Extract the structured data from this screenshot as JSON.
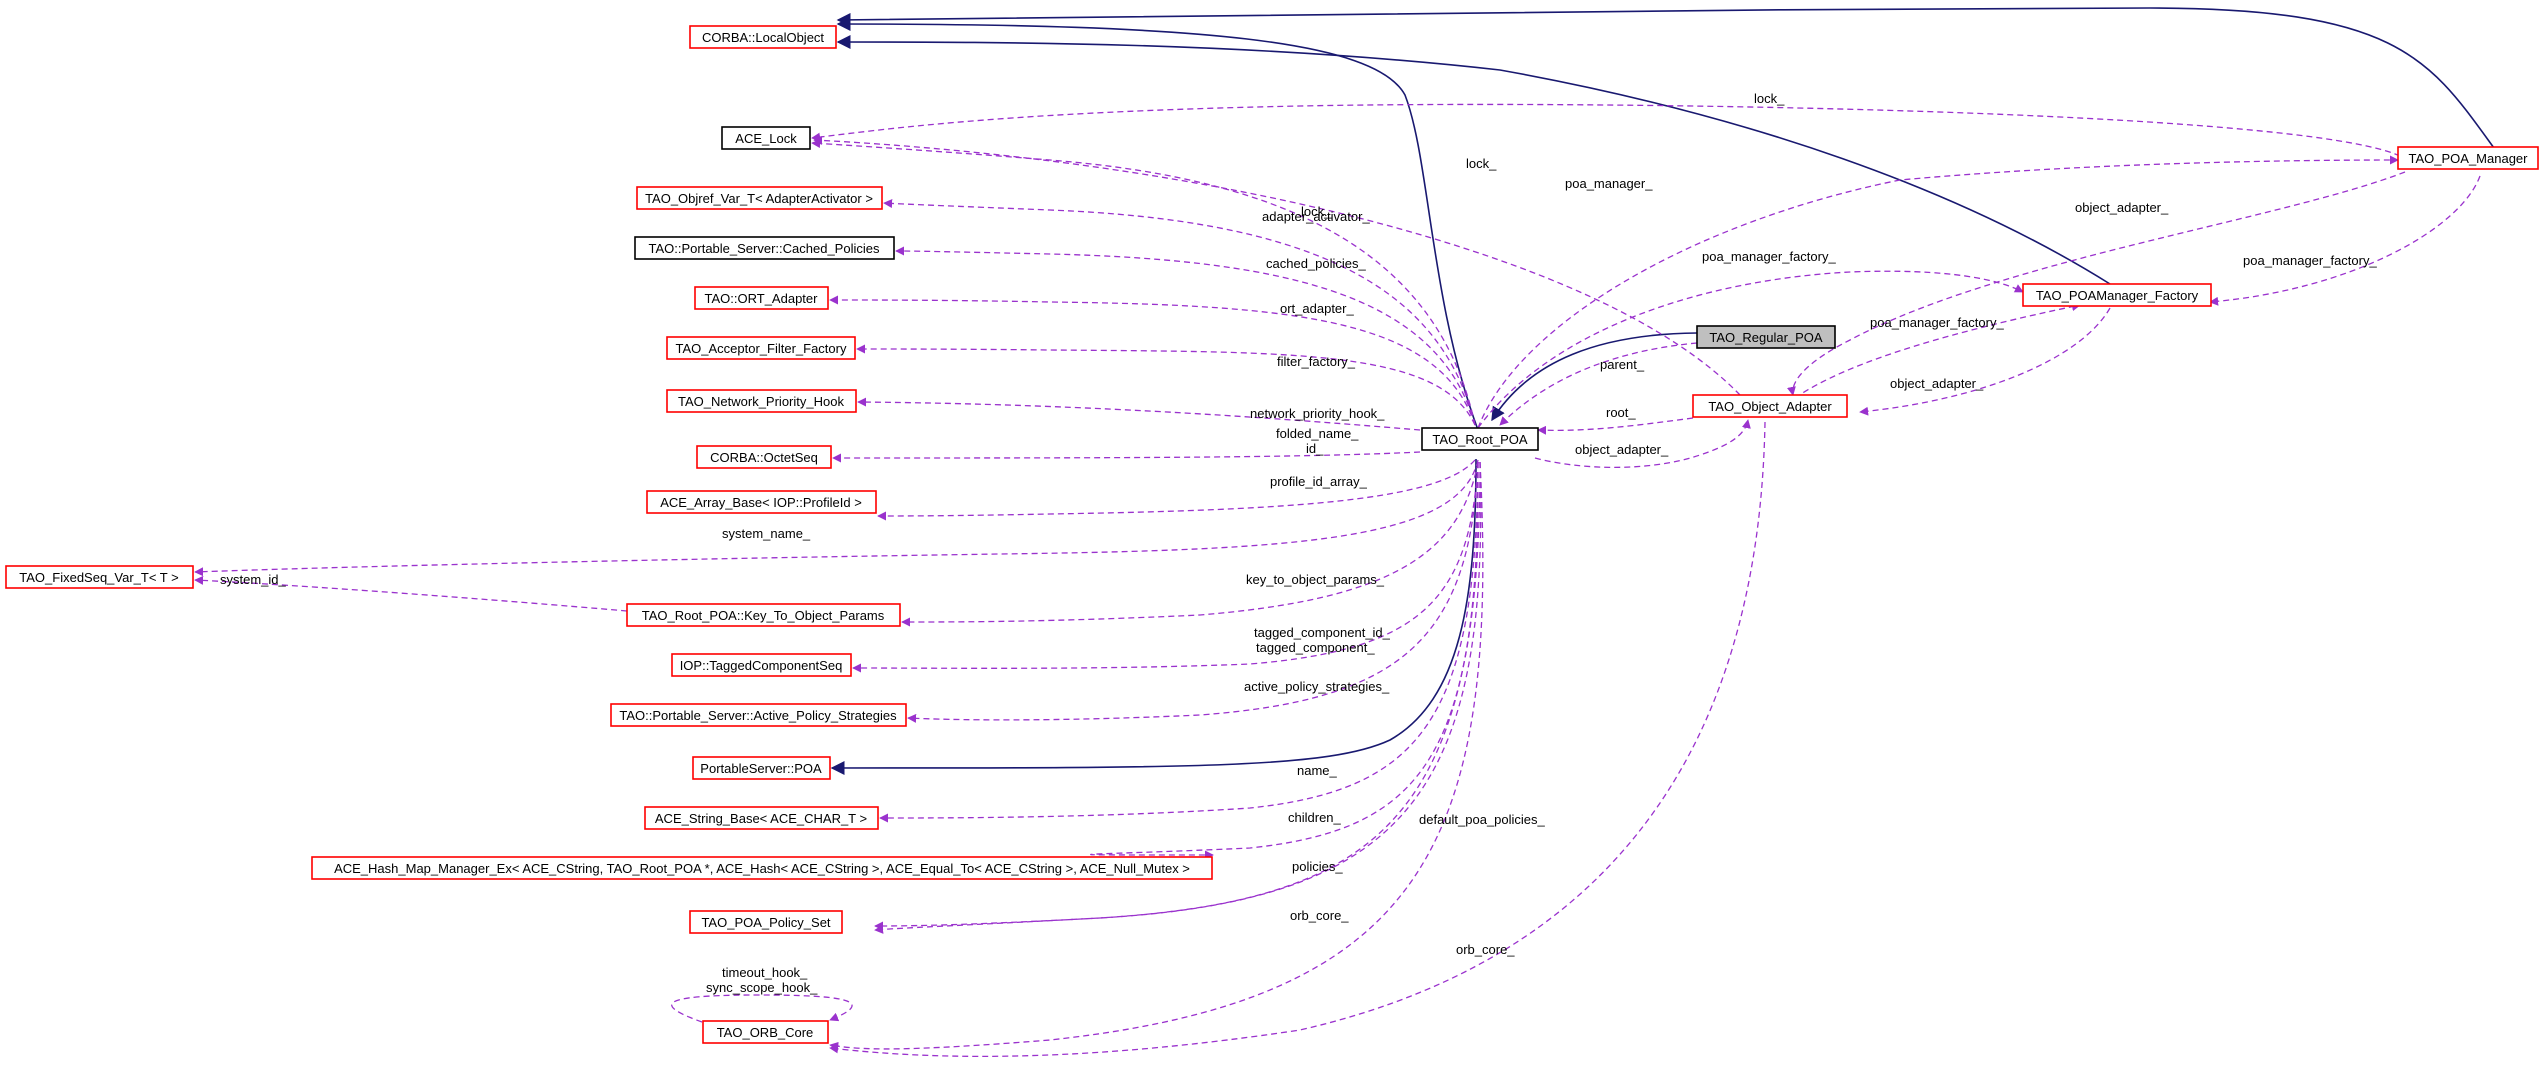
{
  "colors": {
    "node_border_default": "#ff0000",
    "node_border_complete": "#000000",
    "node_fill_focus": "#bfbfbf",
    "node_fill": "#ffffff",
    "association_edge": "#9a32cd",
    "inheritance_edge": "#191970"
  },
  "nodes": [
    {
      "id": "tao_regular_poa",
      "label": "TAO_Regular_POA",
      "focus": true,
      "border": "black"
    },
    {
      "id": "tao_root_poa",
      "label": "TAO_Root_POA",
      "border": "black"
    },
    {
      "id": "tao_object_adapter",
      "label": "TAO_Object_Adapter",
      "border": "red"
    },
    {
      "id": "tao_poamanager_factory",
      "label": "TAO_POAManager_Factory",
      "border": "red"
    },
    {
      "id": "tao_poa_manager",
      "label": "TAO_POA_Manager",
      "border": "red"
    },
    {
      "id": "corba_localobject",
      "label": "CORBA::LocalObject",
      "border": "red"
    },
    {
      "id": "ace_lock",
      "label": "ACE_Lock",
      "border": "black"
    },
    {
      "id": "tao_objref_var",
      "label": "TAO_Objref_Var_T< AdapterActivator >",
      "border": "red"
    },
    {
      "id": "cached_policies",
      "label": "TAO::Portable_Server::Cached_Policies",
      "border": "black"
    },
    {
      "id": "ort_adapter",
      "label": "TAO::ORT_Adapter",
      "border": "red"
    },
    {
      "id": "acceptor_filter_factory",
      "label": "TAO_Acceptor_Filter_Factory",
      "border": "red"
    },
    {
      "id": "network_priority_hook",
      "label": "TAO_Network_Priority_Hook",
      "border": "red"
    },
    {
      "id": "corba_octetseq",
      "label": "CORBA::OctetSeq",
      "border": "red"
    },
    {
      "id": "ace_array_base",
      "label": "ACE_Array_Base< IOP::ProfileId >",
      "border": "red"
    },
    {
      "id": "fixedseq_var",
      "label": "TAO_FixedSeq_Var_T< T >",
      "border": "red"
    },
    {
      "id": "key_to_object_params",
      "label": "TAO_Root_POA::Key_To_Object_Params",
      "border": "red"
    },
    {
      "id": "tagged_component_seq",
      "label": "IOP::TaggedComponentSeq",
      "border": "red"
    },
    {
      "id": "active_policy_strategies",
      "label": "TAO::Portable_Server::Active_Policy_Strategies",
      "border": "red"
    },
    {
      "id": "portableserver_poa",
      "label": "PortableServer::POA",
      "border": "red"
    },
    {
      "id": "ace_string_base",
      "label": "ACE_String_Base< ACE_CHAR_T >",
      "border": "red"
    },
    {
      "id": "ace_hash_map",
      "label": "ACE_Hash_Map_Manager_Ex< ACE_CString, TAO_Root_POA *, ACE_Hash< ACE_CString >, ACE_Equal_To< ACE_CString >, ACE_Null_Mutex >",
      "border": "red"
    },
    {
      "id": "poa_policy_set",
      "label": "TAO_POA_Policy_Set",
      "border": "red"
    },
    {
      "id": "orb_core",
      "label": "TAO_ORB_Core",
      "border": "red"
    }
  ],
  "edge_labels": {
    "lock_poamgr": "lock_",
    "lock_objadapter": "lock_",
    "lock_rootpoa": "lock_",
    "adapter_activator": "adapter_activator_",
    "cached_policies": "cached_policies_",
    "ort_adapter": "ort_adapter_",
    "filter_factory": "filter_factory_",
    "network_priority_hook": "network_priority_hook_",
    "folded_name": "folded_name_",
    "id": "id_",
    "profile_id_array": "profile_id_array_",
    "system_name": "system_name_",
    "system_id": "system_id_",
    "key_to_object_params": "key_to_object_params_",
    "tagged_component_id": "tagged_component_id_",
    "tagged_component": "tagged_component_",
    "active_policy_strategies": "active_policy_strategies_",
    "name": "name_",
    "children": "children_",
    "default_poa_policies": "default_poa_policies_",
    "policies": "policies_",
    "orb_core_root": "orb_core_",
    "orb_core_objadapter": "orb_core_",
    "timeout_hook": "timeout_hook_",
    "sync_scope_hook": "sync_scope_hook_",
    "parent": "parent_",
    "root": "root_",
    "object_adapter_root": "object_adapter_",
    "poa_manager_root": "poa_manager_",
    "poa_manager_factory_root": "poa_manager_factory_",
    "object_adapter_poamgr": "object_adapter_",
    "poa_manager_factory_objadapter": "poa_manager_factory_",
    "object_adapter_factory": "object_adapter_",
    "poa_manager_factory_poamgr": "poa_manager_factory_"
  }
}
